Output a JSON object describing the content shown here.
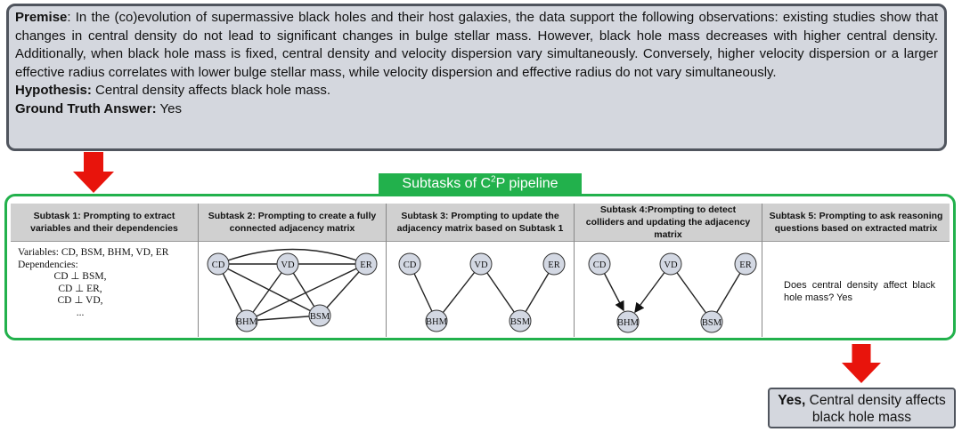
{
  "premise": {
    "premise_label": "Premise",
    "premise_text": ": In the (co)evolution of supermassive black holes and their host galaxies, the data support the following observations: existing studies show that changes in central density do not lead to significant changes in bulge stellar mass. However, black hole mass decreases with higher central density. Additionally, when black hole mass is fixed, central density and velocity dispersion vary simultaneously. Conversely, higher velocity dispersion or a larger effective radius correlates with lower bulge stellar mass, while velocity dispersion and effective radius do not vary simultaneously.",
    "hypothesis_label": "Hypothesis:",
    "hypothesis_text": " Central density affects black hole mass.",
    "gt_label": "Ground Truth Answer:",
    "gt_text": " Yes"
  },
  "pipeline": {
    "title_prefix": "Subtasks of C",
    "title_sup": "2",
    "title_suffix": "P pipeline",
    "subtasks": [
      {
        "header": "Subtask 1: Prompting to extract variables and their dependencies"
      },
      {
        "header": "Subtask 2: Prompting to create a fully connected adjacency matrix"
      },
      {
        "header": "Subtask 3: Prompting to update the adjacency matrix based on Subtask 1"
      },
      {
        "header": "Subtask 4:Prompting to detect colliders and updating the adjacency matrix"
      },
      {
        "header": "Subtask 5: Prompting to ask reasoning questions based on extracted matrix"
      }
    ],
    "variables_line": "Variables: CD, BSM, BHM, VD, ER",
    "dependencies_label": "Dependencies:",
    "dependencies": [
      "CD ⊥ BSM,",
      "CD ⊥ ER,",
      "CD ⊥ VD,",
      "..."
    ],
    "question": "Does central density affect black hole mass? Yes",
    "nodes": {
      "cd": "CD",
      "vd": "VD",
      "er": "ER",
      "bhm": "BHM",
      "bsm": "BSM"
    }
  },
  "answer": {
    "bold": "Yes,",
    "text": " Central density affects black hole mass"
  },
  "colors": {
    "green": "#22b14c",
    "red_arrow": "#e8140c",
    "node_fill": "#d3d8e3",
    "box_fill": "#d4d7de"
  }
}
